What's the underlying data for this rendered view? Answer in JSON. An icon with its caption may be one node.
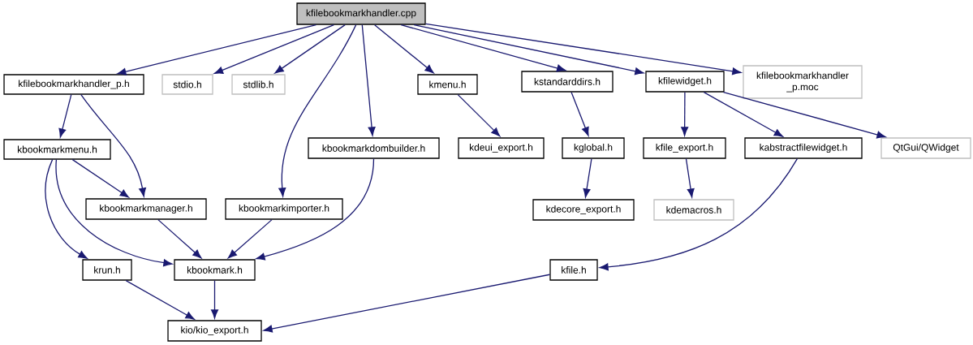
{
  "diagram": {
    "nodes": [
      {
        "text": [
          "kfilebookmarkhandler.cpp"
        ]
      },
      {
        "text": [
          "kfilebookmarkhandler_p.h"
        ]
      },
      {
        "text": [
          "stdio.h"
        ]
      },
      {
        "text": [
          "stdlib.h"
        ]
      },
      {
        "text": [
          "kmenu.h"
        ]
      },
      {
        "text": [
          "kstandarddirs.h"
        ]
      },
      {
        "text": [
          "kfilewidget.h"
        ]
      },
      {
        "text": [
          "kfilebookmarkhandler _p.moc"
        ]
      },
      {
        "text": [
          "kbookmarkmenu.h"
        ]
      },
      {
        "text": [
          "kbookmarkdombuilder.h"
        ]
      },
      {
        "text": [
          "kdeui_export.h"
        ]
      },
      {
        "text": [
          "kglobal.h"
        ]
      },
      {
        "text": [
          "kfile_export.h"
        ]
      },
      {
        "text": [
          "kabstractfilewidget.h"
        ]
      },
      {
        "text": [
          "QtGui/QWidget"
        ]
      },
      {
        "text": [
          "kbookmarkmanager.h"
        ]
      },
      {
        "text": [
          "kbookmarkimporter.h"
        ]
      },
      {
        "text": [
          "kdecore_export.h"
        ]
      },
      {
        "text": [
          "kdemacros.h"
        ]
      },
      {
        "text": [
          "krun.h"
        ]
      },
      {
        "text": [
          "kbookmark.h"
        ]
      },
      {
        "text": [
          "kfile.h"
        ]
      },
      {
        "text": [
          "kio/kio_export.h"
        ]
      }
    ],
    "edges": [
      {
        "from": 0,
        "to": 1,
        "arrow": "to"
      },
      {
        "from": 0,
        "to": 2,
        "arrow": "to"
      },
      {
        "from": 0,
        "to": 3,
        "arrow": "to"
      },
      {
        "from": 0,
        "to": 16,
        "arrow": "to"
      },
      {
        "from": 0,
        "to": 9,
        "arrow": "to"
      },
      {
        "from": 0,
        "to": 4,
        "arrow": "to"
      },
      {
        "from": 0,
        "to": 5,
        "arrow": "to"
      },
      {
        "from": 0,
        "to": 6,
        "arrow": "to"
      },
      {
        "from": 0,
        "to": 7,
        "arrow": "to"
      },
      {
        "from": 1,
        "to": 8,
        "arrow": "to"
      },
      {
        "from": 1,
        "to": 15,
        "arrow": "to"
      },
      {
        "from": 4,
        "to": 10,
        "arrow": "to"
      },
      {
        "from": 5,
        "to": 11,
        "arrow": "to"
      },
      {
        "from": 6,
        "to": 12,
        "arrow": "to"
      },
      {
        "from": 6,
        "to": 13,
        "arrow": "to"
      },
      {
        "from": 6,
        "to": 14,
        "arrow": "to"
      },
      {
        "from": 8,
        "to": 15,
        "arrow": "to"
      },
      {
        "from": 8,
        "to": 19,
        "arrow": "to"
      },
      {
        "from": 8,
        "to": 20,
        "arrow": "to"
      },
      {
        "from": 9,
        "to": 20,
        "arrow": "to"
      },
      {
        "from": 11,
        "to": 17,
        "arrow": "to"
      },
      {
        "from": 12,
        "to": 18,
        "arrow": "to"
      },
      {
        "from": 13,
        "to": 21,
        "arrow": "to"
      },
      {
        "from": 15,
        "to": 20,
        "arrow": "to"
      },
      {
        "from": 16,
        "to": 20,
        "arrow": "to"
      },
      {
        "from": 19,
        "to": 22,
        "arrow": "to"
      },
      {
        "from": 20,
        "to": 22,
        "arrow": "to"
      },
      {
        "from": 21,
        "to": 22,
        "arrow": "to"
      }
    ]
  }
}
